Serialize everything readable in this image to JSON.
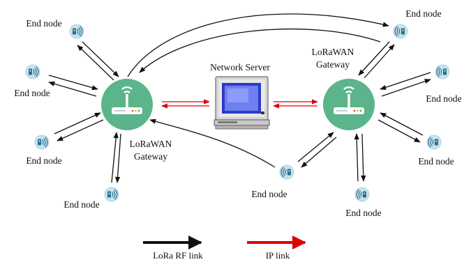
{
  "labels": {
    "end_node": "End node",
    "network_server": "Network Server",
    "gateway_line1": "LoRaWAN",
    "gateway_line2": "Gateway"
  },
  "legend": {
    "rf_link": "LoRa RF link",
    "ip_link": "IP  link"
  },
  "colors": {
    "gateway": "#5bb48a",
    "end_node_disc": "#c5e3ee",
    "rf_link": "#111111",
    "ip_link": "#e00000"
  },
  "icons": {
    "end_node": "wifi-sensor-icon",
    "gateway": "router-icon",
    "server": "desktop-computer-icon"
  }
}
